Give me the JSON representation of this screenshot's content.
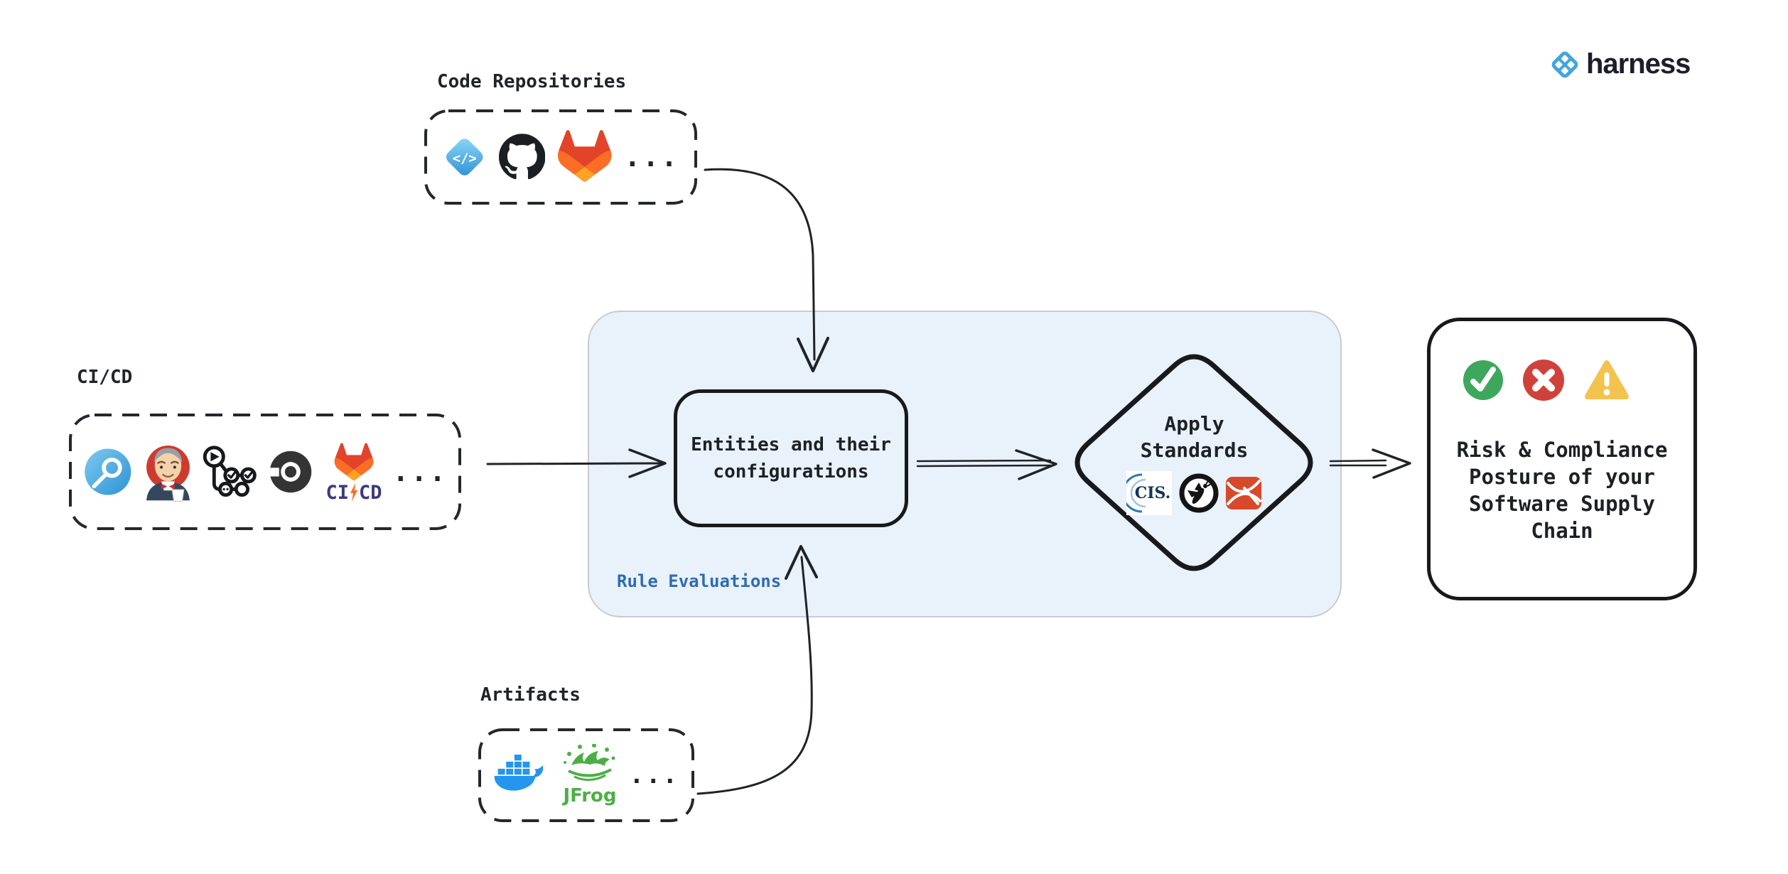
{
  "brand": {
    "wordmark": "harness"
  },
  "sources": {
    "code_repositories": {
      "label": "Code Repositories",
      "icons": [
        "code-repo-icon",
        "github-icon",
        "gitlab-icon"
      ],
      "code_glyph": "</>",
      "more": "..."
    },
    "cicd": {
      "label": "CI/CD",
      "icons": [
        "harness-ci-icon",
        "jenkins-icon",
        "github-actions-icon",
        "circleci-icon",
        "gitlab-cicd-icon"
      ],
      "gitlab_ci": "CI",
      "gitlab_cd": "CD",
      "more": "..."
    },
    "artifacts": {
      "label": "Artifacts",
      "icons": [
        "docker-icon",
        "jfrog-icon"
      ],
      "jfrog_wordmark": "JFrog",
      "more": "..."
    }
  },
  "rule_evaluations": {
    "label": "Rule Evaluations",
    "entities_box_text": "Entities and their configurations",
    "apply_standards": {
      "text": "Apply Standards",
      "icons": [
        "cis-icon",
        "owasp-icon",
        "red-ribbon-standard-icon"
      ],
      "cis_wordmark": "CIS."
    }
  },
  "outcome": {
    "icons": [
      "check-circle-icon",
      "x-circle-icon",
      "warning-triangle-icon"
    ],
    "text": "Risk & Compliance Posture of your Software Supply Chain"
  },
  "colors": {
    "container_fill": "#e9f1fb",
    "container_border": "#c8ccd2",
    "accent_blue": "#2d6cb3",
    "ink": "#1f2328",
    "success": "#3da75c",
    "error": "#cf423b",
    "warning": "#f2c34e",
    "brand_blue": "#42a5e0"
  }
}
